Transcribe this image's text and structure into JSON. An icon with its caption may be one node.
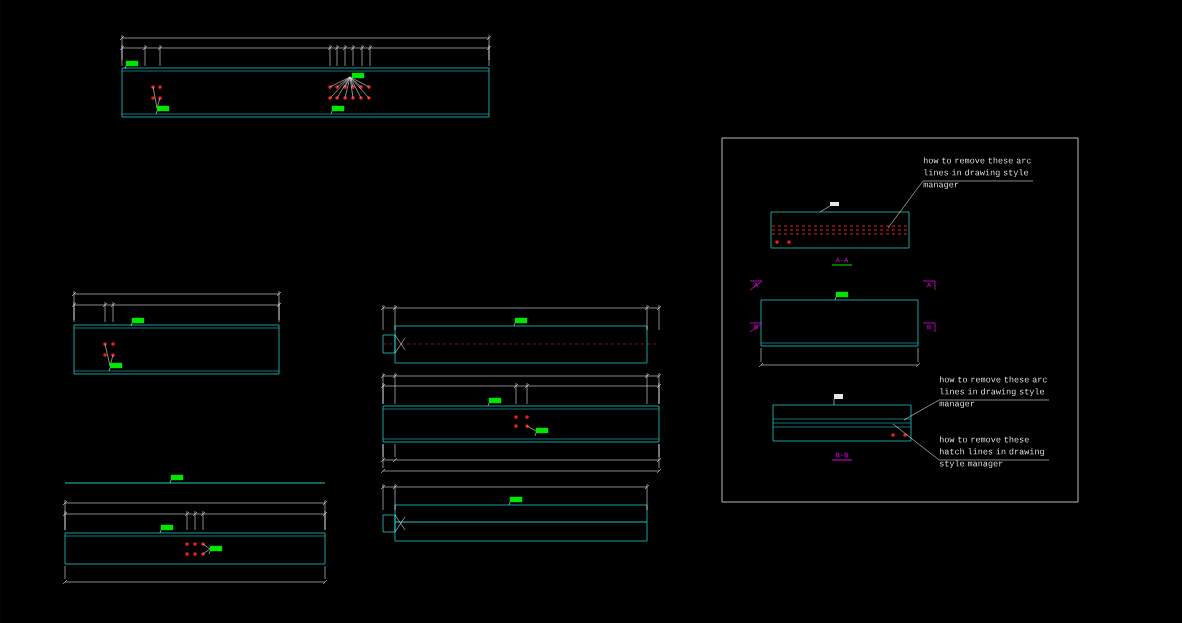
{
  "diagram": {
    "nodes": [
      {
        "text": [
          "how to remove these arc lines in drawing style manager"
        ]
      },
      {
        "text": [
          "how to remove these arc lines in drawing style manager"
        ]
      },
      {
        "text": [
          "how to remove these hatch lines in drawing style manager"
        ]
      }
    ],
    "edges": [
      {
        "from": 0,
        "to": null,
        "arrow": "none"
      },
      {
        "from": 1,
        "to": null,
        "arrow": "none"
      },
      {
        "from": 2,
        "to": null,
        "arrow": "none"
      }
    ],
    "labels": [
      "A-A",
      "A",
      "A",
      "B",
      "B",
      "B-B"
    ]
  }
}
